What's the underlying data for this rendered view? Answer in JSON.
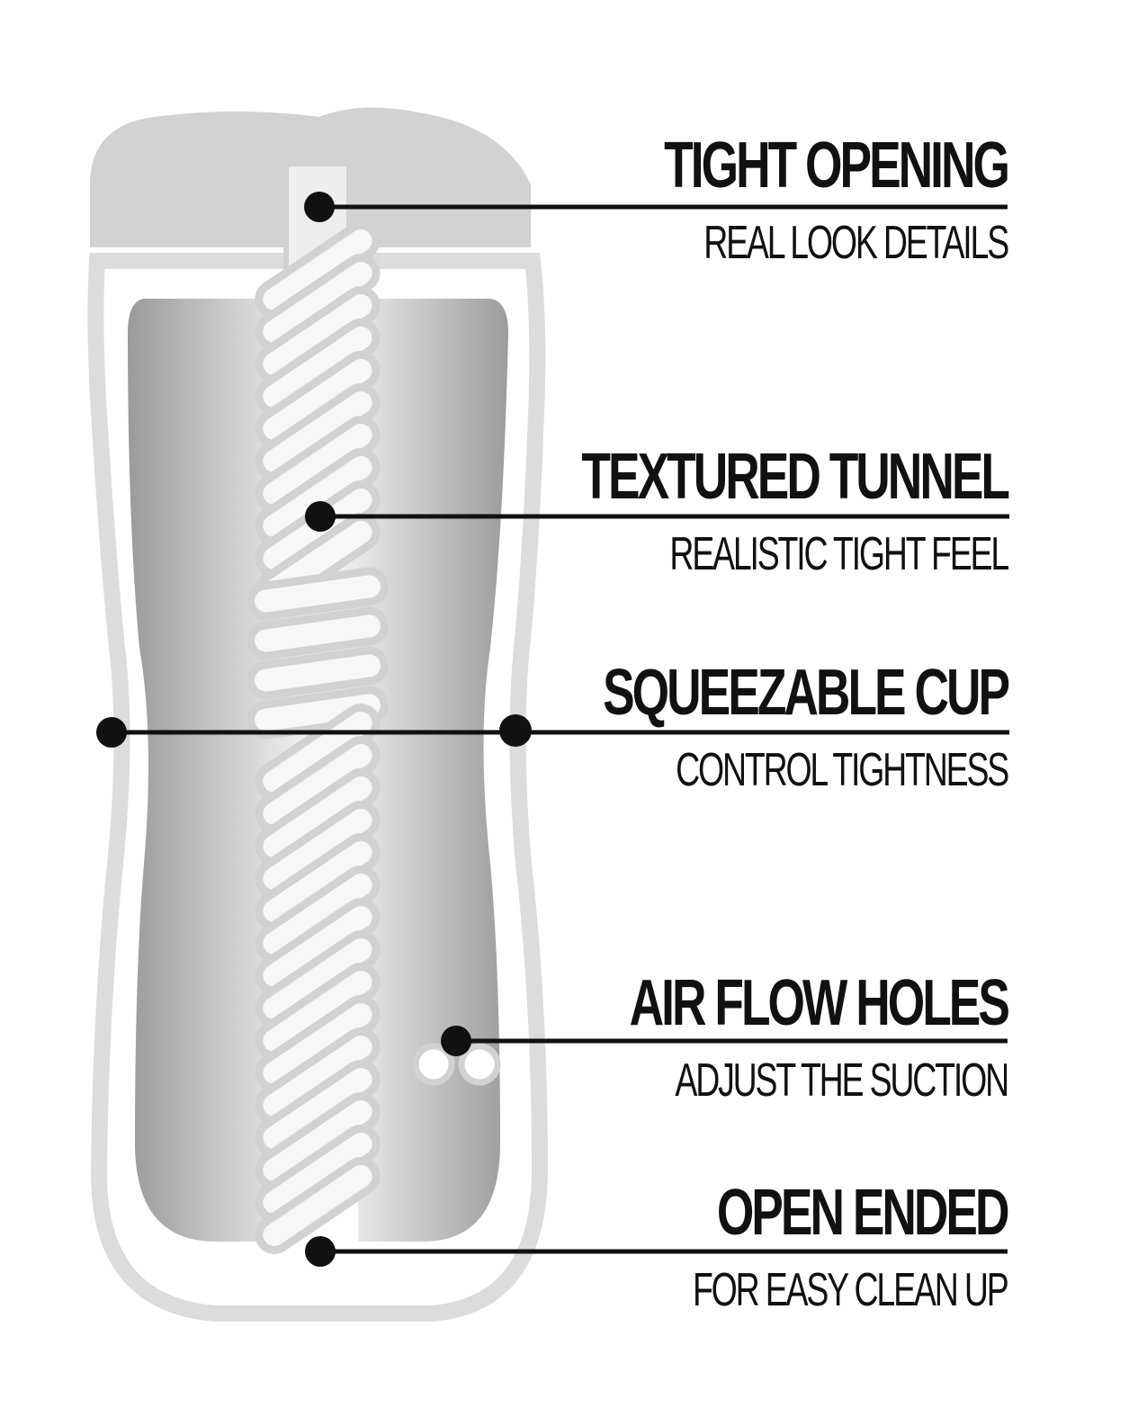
{
  "colors": {
    "cap": "#d2d2d2",
    "shell_outline": "#dcdcdc",
    "inner_dark": "#9a9a9a",
    "inner_light": "#f2f2f2",
    "rib_fill": "#f7f7f7",
    "rib_stroke": "#d2d2d2",
    "ink": "#111111"
  },
  "callouts": [
    {
      "id": "tight-opening",
      "title": "TIGHT OPENING",
      "subtitle": "REAL LOOK DETAILS"
    },
    {
      "id": "textured-tunnel",
      "title": "TEXTURED TUNNEL",
      "subtitle": "REALISTIC TIGHT FEEL"
    },
    {
      "id": "squeezable-cup",
      "title": "SQUEEZABLE CUP",
      "subtitle": "CONTROL TIGHTNESS"
    },
    {
      "id": "air-flow-holes",
      "title": "AIR FLOW HOLES",
      "subtitle": "ADJUST THE SUCTION"
    },
    {
      "id": "open-ended",
      "title": "OPEN ENDED",
      "subtitle": "FOR EASY CLEAN UP"
    }
  ]
}
